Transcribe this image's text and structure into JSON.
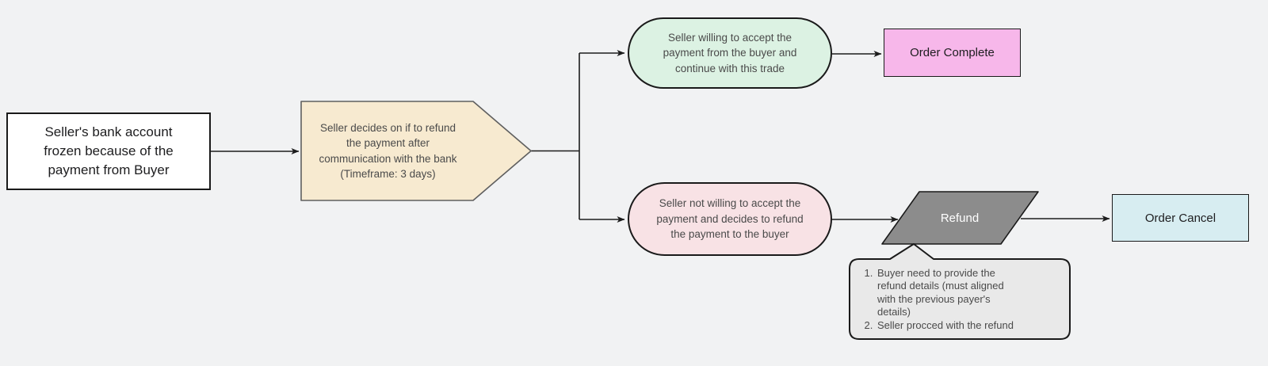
{
  "diagram": {
    "kind": "flowchart",
    "background_color": "#f1f2f3",
    "stroke_color": "#1c1c1c",
    "nodes": {
      "start": {
        "label": "Seller's bank account\nfrozen because of the\npayment from Buyer",
        "shape": "rectangle",
        "fill": "#ffffff"
      },
      "decision": {
        "label": "Seller decides on if to refund\nthe payment after\ncommunication with the bank\n(Timeframe: 3 days)",
        "shape": "pentagon-right",
        "fill": "#f7ead0"
      },
      "accept": {
        "label": "Seller willing to accept the\npayment from the buyer and\ncontinue with this trade",
        "shape": "pill",
        "fill": "#dcf2e3"
      },
      "order_complete": {
        "label": "Order Complete",
        "shape": "rectangle",
        "fill": "#f7b7ea"
      },
      "refuse": {
        "label": "Seller not willing to accept the\npayment and decides to refund\nthe payment to the buyer",
        "shape": "pill",
        "fill": "#f8e2e5"
      },
      "refund": {
        "label": "Refund",
        "shape": "parallelogram",
        "fill": "#8c8c8c",
        "text_color": "#ffffff"
      },
      "order_cancel": {
        "label": "Order Cancel",
        "shape": "rectangle",
        "fill": "#d7edf1"
      },
      "note": {
        "shape": "callout",
        "fill": "#e9e9e9",
        "items": [
          "Buyer need to provide the\nrefund details (must aligned\nwith the previous payer's\ndetails)",
          "Seller procced with the refund"
        ]
      }
    },
    "edges": [
      {
        "from": "start",
        "to": "decision"
      },
      {
        "from": "decision",
        "to": "accept"
      },
      {
        "from": "decision",
        "to": "refuse"
      },
      {
        "from": "accept",
        "to": "order_complete"
      },
      {
        "from": "refuse",
        "to": "refund"
      },
      {
        "from": "refund",
        "to": "order_cancel"
      },
      {
        "from": "note",
        "to": "refund"
      }
    ]
  }
}
